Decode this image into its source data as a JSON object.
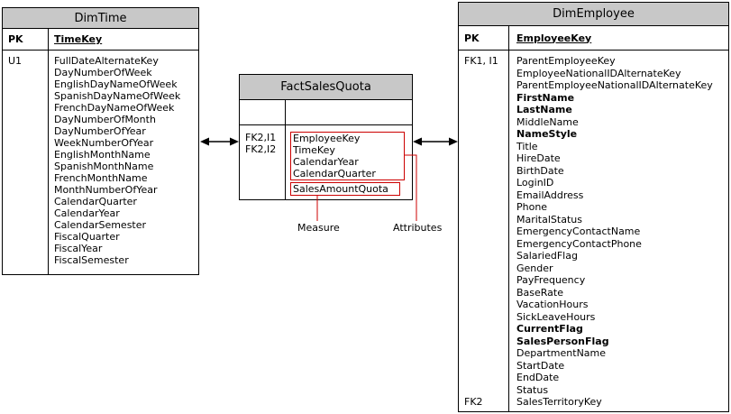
{
  "colors": {
    "header_bg": "#c8c8c8",
    "table_border": "#000000",
    "annotation_red": "#cc0000",
    "arrow": "#000000"
  },
  "tables": {
    "dimtime": {
      "title": "DimTime",
      "pk_label": "PK",
      "pk_field": "TimeKey",
      "key_designator": "U1",
      "fields": [
        "FullDateAlternateKey",
        "DayNumberOfWeek",
        "EnglishDayNameOfWeek",
        "SpanishDayNameOfWeek",
        "FrenchDayNameOfWeek",
        "DayNumberOfMonth",
        "DayNumberOfYear",
        "WeekNumberOfYear",
        "EnglishMonthName",
        "SpanishMonthName",
        "FrenchMonthName",
        "MonthNumberOfYear",
        "CalendarQuarter",
        "CalendarYear",
        "CalendarSemester",
        "FiscalQuarter",
        "FiscalYear",
        "FiscalSemester"
      ]
    },
    "factsalesquota": {
      "title": "FactSalesQuota",
      "key_designators": [
        "FK2,I1",
        "FK2,I2"
      ],
      "attribute_fields": [
        "EmployeeKey",
        "TimeKey",
        "CalendarYear",
        "CalendarQuarter"
      ],
      "measure_fields": [
        "SalesAmountQuota"
      ]
    },
    "dimemployee": {
      "title": "DimEmployee",
      "pk_label": "PK",
      "pk_field": "EmployeeKey",
      "key_designator_top": "FK1, I1",
      "key_designator_bottom": "FK2",
      "fields": [
        {
          "name": "ParentEmployeeKey",
          "bold": false
        },
        {
          "name": "EmployeeNationalIDAlternateKey",
          "bold": false
        },
        {
          "name": "ParentEmployeeNationalIDAlternateKey",
          "bold": false
        },
        {
          "name": "FirstName",
          "bold": true
        },
        {
          "name": "LastName",
          "bold": true
        },
        {
          "name": "MiddleName",
          "bold": false
        },
        {
          "name": "NameStyle",
          "bold": true
        },
        {
          "name": "Title",
          "bold": false
        },
        {
          "name": "HireDate",
          "bold": false
        },
        {
          "name": "BirthDate",
          "bold": false
        },
        {
          "name": "LoginID",
          "bold": false
        },
        {
          "name": "EmailAddress",
          "bold": false
        },
        {
          "name": "Phone",
          "bold": false
        },
        {
          "name": "MaritalStatus",
          "bold": false
        },
        {
          "name": "EmergencyContactName",
          "bold": false
        },
        {
          "name": "EmergencyContactPhone",
          "bold": false
        },
        {
          "name": "SalariedFlag",
          "bold": false
        },
        {
          "name": "Gender",
          "bold": false
        },
        {
          "name": "PayFrequency",
          "bold": false
        },
        {
          "name": "BaseRate",
          "bold": false
        },
        {
          "name": "VacationHours",
          "bold": false
        },
        {
          "name": "SickLeaveHours",
          "bold": false
        },
        {
          "name": "CurrentFlag",
          "bold": true
        },
        {
          "name": "SalesPersonFlag",
          "bold": true
        },
        {
          "name": "DepartmentName",
          "bold": false
        },
        {
          "name": "StartDate",
          "bold": false
        },
        {
          "name": "EndDate",
          "bold": false
        },
        {
          "name": "Status",
          "bold": false
        },
        {
          "name": "SalesTerritoryKey",
          "bold": false
        }
      ]
    }
  },
  "relationships": [
    {
      "from": "FactSalesQuota",
      "to": "DimTime"
    },
    {
      "from": "FactSalesQuota",
      "to": "DimEmployee"
    }
  ],
  "annotations": {
    "measure_label": "Measure",
    "attributes_label": "Attributes"
  }
}
